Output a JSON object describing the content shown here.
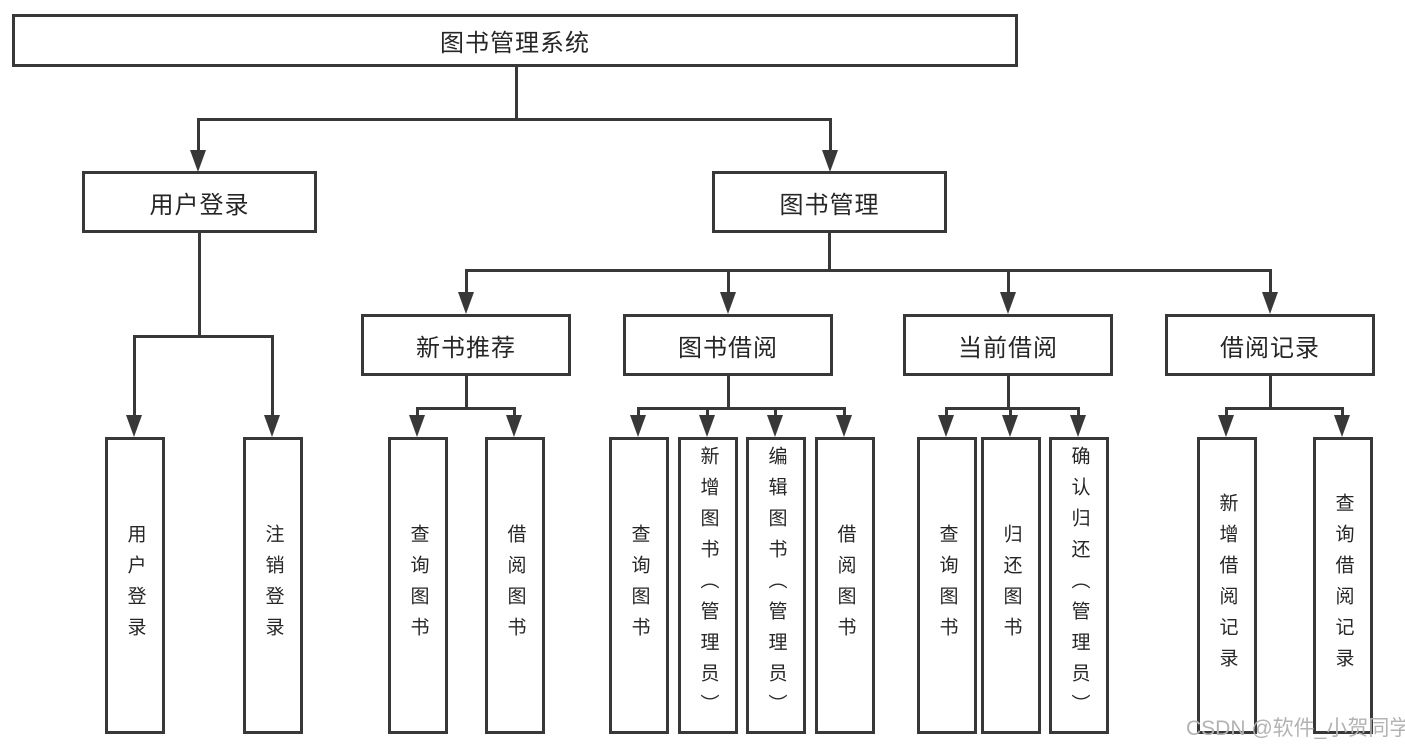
{
  "nodes": {
    "root": "图书管理系统",
    "user_login": "用户登录",
    "book_mgmt": "图书管理",
    "new_book_rec": "新书推荐",
    "book_borrow": "图书借阅",
    "current_borrow": "当前借阅",
    "borrow_records": "借阅记录"
  },
  "leaves": {
    "user_login": [
      "用户登录",
      "注销登录"
    ],
    "new_book_rec": [
      "查询图书",
      "借阅图书"
    ],
    "book_borrow": [
      "查询图书",
      "新增图书（管理员）",
      "编辑图书（管理员）",
      "借阅图书"
    ],
    "current_borrow": [
      "查询图书",
      "归还图书",
      "确认归还（管理员）"
    ],
    "borrow_records": [
      "新增借阅记录",
      "查询借阅记录"
    ]
  },
  "watermark": "CSDN @软件_小贺同学",
  "colors": {
    "line": "#383838",
    "text": "#262626",
    "watermark": "#b3b3b3",
    "background": "#ffffff"
  }
}
